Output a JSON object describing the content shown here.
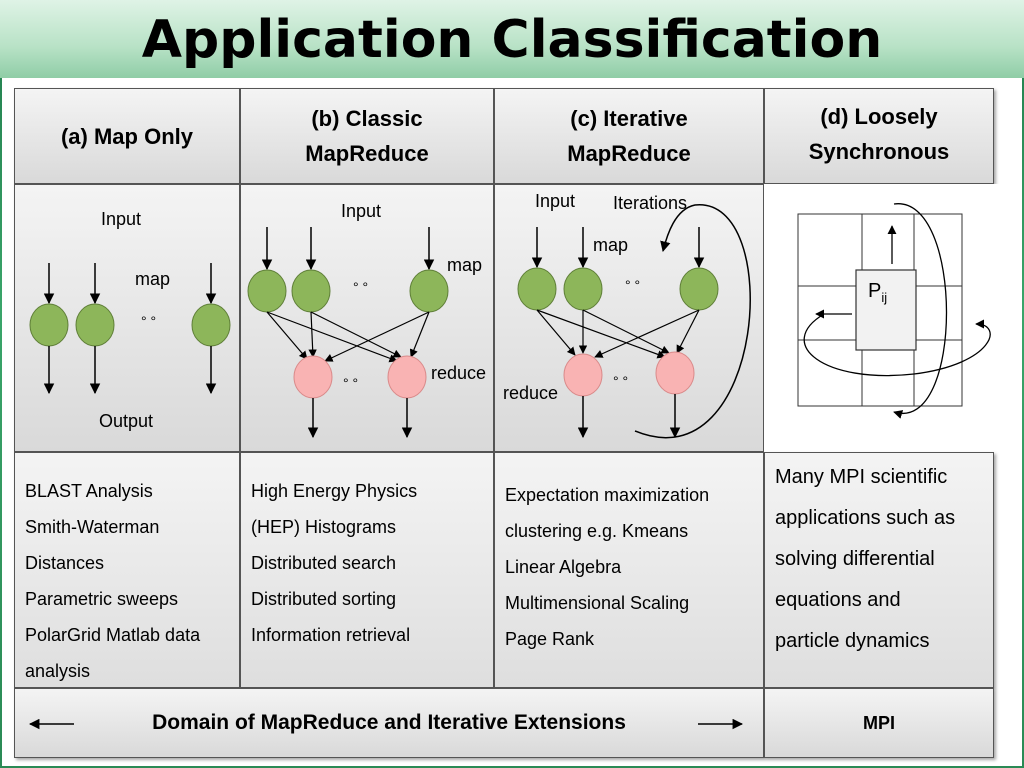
{
  "title": "Application Classification",
  "columns": [
    {
      "heading": "(a) Map Only",
      "items": [
        "BLAST Analysis",
        "Smith-Waterman",
        "Distances",
        "Parametric sweeps",
        "PolarGrid Matlab data",
        "analysis"
      ]
    },
    {
      "heading_line1": "(b) Classic",
      "heading_line2": "MapReduce",
      "items": [
        "High Energy Physics",
        "(HEP) Histograms",
        "Distributed search",
        "Distributed sorting",
        "Information retrieval"
      ]
    },
    {
      "heading_line1": "(c) Iterative",
      "heading_line2": "MapReduce",
      "items": [
        "Expectation maximization",
        "clustering e.g. Kmeans",
        "Linear Algebra",
        "Multimensional Scaling",
        "Page Rank"
      ]
    },
    {
      "heading_line1": "(d) Loosely",
      "heading_line2": "Synchronous",
      "text_lines": [
        "Many MPI scientific",
        "applications such as",
        "solving differential",
        "equations and",
        "particle dynamics"
      ]
    }
  ],
  "diagram_labels": {
    "input": "Input",
    "output": "Output",
    "map": "map",
    "reduce": "reduce",
    "iterations": "Iterations",
    "pij_main": "P",
    "pij_sub": "ij",
    "dots": "°  °"
  },
  "footer": {
    "domain": "Domain of MapReduce and Iterative Extensions",
    "mpi": "MPI"
  },
  "colors": {
    "map_node": "#8db65a",
    "reduce_node": "#f9b3b3",
    "title_bg": "#b8e2c6"
  }
}
